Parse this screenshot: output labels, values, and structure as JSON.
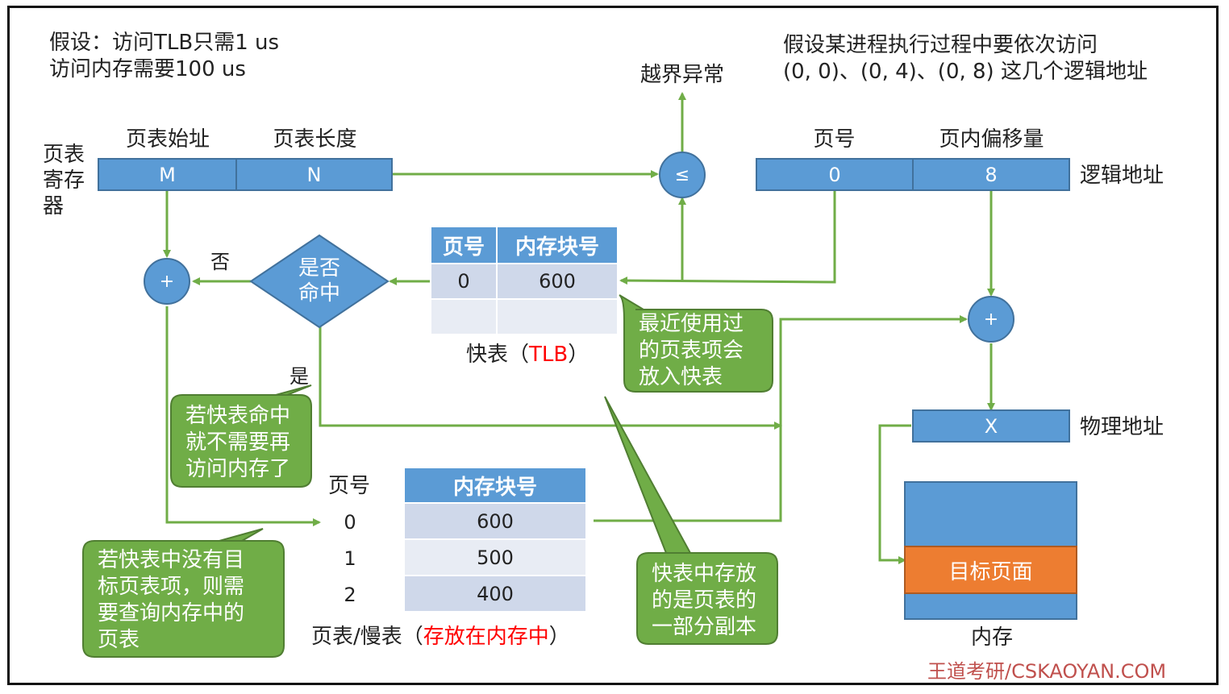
{
  "assumption": {
    "line1": "假设：访问TLB只需1 us",
    "line2": "访问内存需要100 us"
  },
  "process_note": {
    "line1": "假设某进程执行过程中要依次访问",
    "line2": "(0, 0)、(0, 4)、(0, 8) 这几个逻辑地址"
  },
  "page_table_register": {
    "label": "页表\n寄存\n器",
    "start_header": "页表始址",
    "length_header": "页表长度",
    "start_value": "M",
    "length_value": "N"
  },
  "overflow": {
    "label": "越界异常",
    "compare_symbol": "≤"
  },
  "logical_address": {
    "label": "逻辑地址",
    "page_header": "页号",
    "offset_header": "页内偏移量",
    "page_value": "0",
    "offset_value": "8"
  },
  "adders": {
    "left": "+",
    "right": "+"
  },
  "decision": {
    "text": "是否\n命中",
    "no": "否",
    "yes": "是"
  },
  "tlb": {
    "header_page": "页号",
    "header_block": "内存块号",
    "rows": [
      {
        "page": "0",
        "block": "600"
      },
      {
        "page": "",
        "block": ""
      }
    ],
    "caption_prefix": "快表（",
    "caption_red": "TLB",
    "caption_suffix": "）"
  },
  "page_table": {
    "header_page": "页号",
    "header_block": "内存块号",
    "rows": [
      {
        "page": "0",
        "block": "600"
      },
      {
        "page": "1",
        "block": "500"
      },
      {
        "page": "2",
        "block": "400"
      }
    ],
    "caption_prefix": "页表/慢表（",
    "caption_red": "存放在内存中",
    "caption_suffix": "）"
  },
  "physical_address": {
    "label": "物理地址",
    "value": "X"
  },
  "memory": {
    "label": "内存",
    "target": "目标页面"
  },
  "callouts": {
    "recent": "最近使用过\n的页表项会\n放入快表",
    "hit": "若快表命中\n就不需要再\n访问内存了",
    "miss": "若快表中没有目\n标页表项，则需\n要查询内存中的\n页表",
    "copy": "快表中存放\n的是页表的\n一部分副本"
  },
  "watermark": "王道考研/CSKAOYAN.COM",
  "colors": {
    "blue": "#5b9bd5",
    "green": "#70ad47",
    "orange": "#ed7d31",
    "red": "#ff0000",
    "watermark": "#c0504d"
  }
}
